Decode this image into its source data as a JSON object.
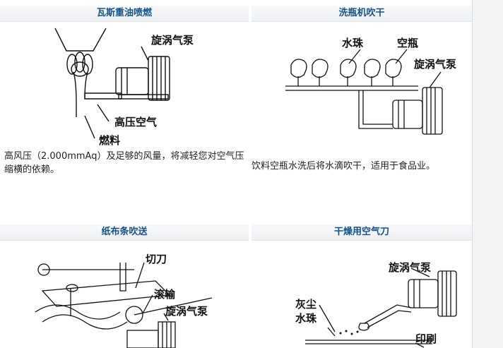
{
  "panels": [
    {
      "title": "瓦斯重油喷燃",
      "labels": [
        "旋涡气泵",
        "高压空气",
        "燃料"
      ],
      "caption": "高风压（2.000mmAq）及足够的风量，将减轻您对空气压缩横的依赖。"
    },
    {
      "title": "洗瓶机吹干",
      "labels": [
        "水珠",
        "空瓶",
        "旋涡气泵"
      ],
      "caption": "饮料空瓶水洗后将水滴吹干，适用于食品业。"
    },
    {
      "title": "纸布条吹送",
      "labels": [
        "切刀",
        "滚输",
        "旋涡气泵"
      ],
      "caption": ""
    },
    {
      "title": "干燥用空气刀",
      "labels": [
        "旋涡气泵",
        "灰尘",
        "水珠",
        "印刷"
      ],
      "caption": ""
    }
  ],
  "colors": {
    "title": "#14538a",
    "header_bg": "#f0f2f5",
    "line": "#111111"
  }
}
